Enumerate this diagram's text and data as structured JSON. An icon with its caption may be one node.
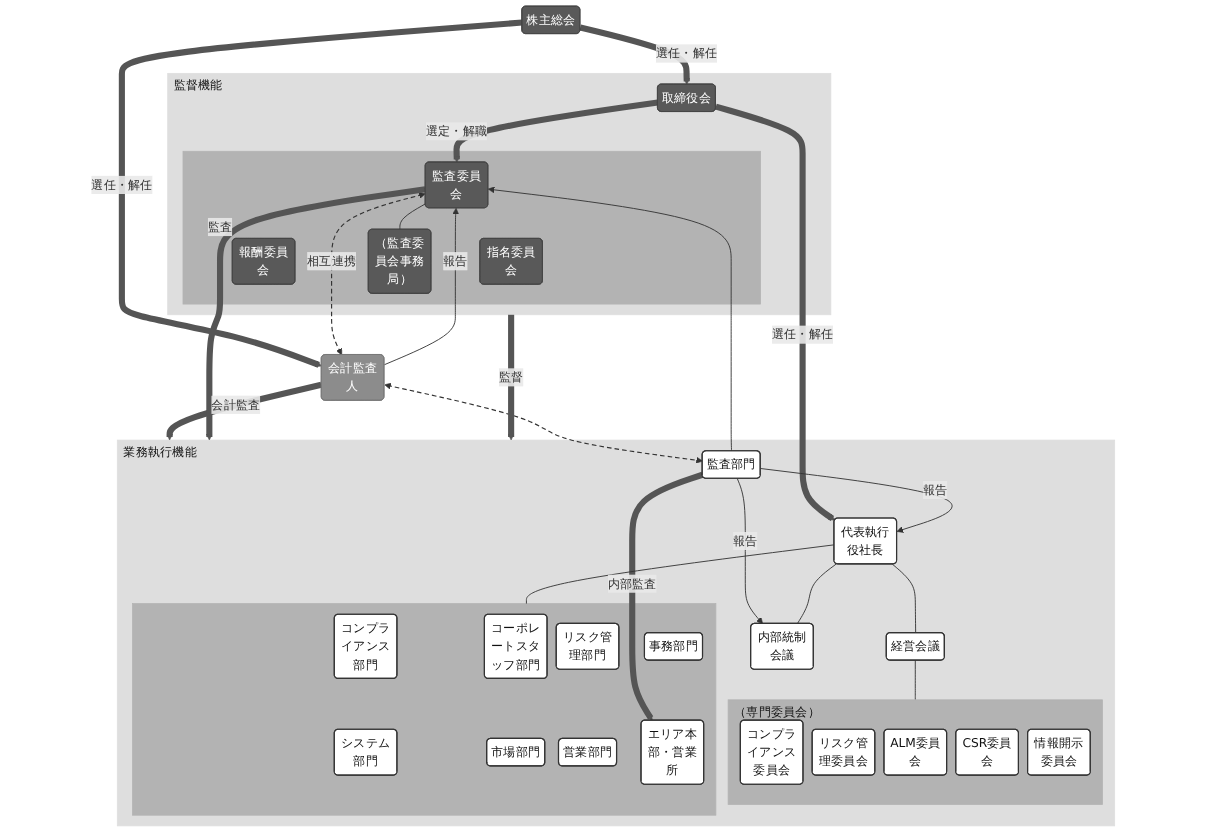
{
  "diagram": {
    "nodes": [
      {
        "text": [
          "株主総会"
        ]
      },
      {
        "text": [
          "監督機能"
        ]
      },
      {
        "text": [
          "取締役会"
        ],
        "in": 1
      },
      {
        "text": [],
        "shape": "box",
        "in": 1
      },
      {
        "text": [
          "指名委員会"
        ],
        "in": 3
      },
      {
        "text": [
          "監査委員会"
        ],
        "in": 3
      },
      {
        "text": [
          "報酬委員会"
        ],
        "in": 3
      },
      {
        "text": [
          "（監査委員会事務局）"
        ],
        "in": 3
      },
      {
        "text": [
          "会計監査人"
        ]
      },
      {
        "text": [
          "業務執行機能"
        ]
      },
      {
        "text": [
          "代表執行役社長"
        ],
        "in": 9
      },
      {
        "text": [
          "経営会議"
        ],
        "in": 9
      },
      {
        "text": [
          "内部統制会議"
        ],
        "in": 9
      },
      {
        "text": [
          "監査部門"
        ],
        "in": 9
      },
      {
        "text": [
          "（専門委員会）"
        ],
        "in": 9
      },
      {
        "text": [
          "コンプライアンス委員会"
        ],
        "in": 14
      },
      {
        "text": [
          "リスク管理委員会"
        ],
        "in": 14
      },
      {
        "text": [
          "ALM委員会"
        ],
        "in": 14
      },
      {
        "text": [
          "CSR委員会"
        ],
        "in": 14
      },
      {
        "text": [
          "情報開示委員会"
        ],
        "in": 14
      },
      {
        "text": [],
        "shape": "box",
        "in": 9
      },
      {
        "text": [
          "コンプライアンス部門"
        ],
        "in": 20
      },
      {
        "text": [
          "コーポレートスタッフ部門"
        ],
        "in": 20
      },
      {
        "text": [
          "リスク管理部門"
        ],
        "in": 20
      },
      {
        "text": [
          "事務部門"
        ],
        "in": 20
      },
      {
        "text": [
          "システム部門"
        ],
        "in": 20
      },
      {
        "text": [
          "市場部門"
        ],
        "in": 20
      },
      {
        "text": [
          "営業部門"
        ],
        "in": 20
      },
      {
        "text": [
          "エリア本部・営業所"
        ],
        "in": 20
      }
    ],
    "edges": [
      {
        "from": 0,
        "to": 2,
        "arrow": "to",
        "label": "選任・解任",
        "style": "thick"
      },
      {
        "from": 0,
        "to": 8,
        "arrow": "to",
        "label": "選任・解任",
        "style": "thick"
      },
      {
        "from": 2,
        "to": 5,
        "arrow": "to",
        "label": "選定・解職",
        "style": "thick"
      },
      {
        "from": 2,
        "to": 10,
        "arrow": "to",
        "label": "選任・解任",
        "style": "thick"
      },
      {
        "from": 8,
        "to": 5,
        "arrow": "to",
        "label": "報告"
      },
      {
        "from": 5,
        "to": 8,
        "arrow": "both",
        "label": "相互連携",
        "style": "dashed"
      },
      {
        "from": 8,
        "to": 13,
        "arrow": "both",
        "style": "dashed"
      },
      {
        "from": 8,
        "to": 9,
        "arrow": "to",
        "label": "会計監査",
        "style": "thick"
      },
      {
        "from": 5,
        "to": 7,
        "arrow": "none"
      },
      {
        "from": 5,
        "to": 9,
        "arrow": "to",
        "label": "監査",
        "style": "thick"
      },
      {
        "from": 1,
        "to": 9,
        "arrow": "to",
        "label": "監督",
        "style": "thick"
      },
      {
        "from": 13,
        "to": 10,
        "arrow": "to",
        "label": "報告"
      },
      {
        "from": 13,
        "to": 5,
        "arrow": "to"
      },
      {
        "from": 13,
        "to": 12,
        "arrow": "to",
        "label": "報告"
      },
      {
        "from": 10,
        "to": 11,
        "arrow": "none"
      },
      {
        "from": 10,
        "to": 12,
        "arrow": "none"
      },
      {
        "from": 11,
        "to": 14,
        "arrow": "none"
      },
      {
        "from": 10,
        "to": 20,
        "arrow": "none"
      },
      {
        "from": 13,
        "to": 28,
        "arrow": "to",
        "label": "内部監査",
        "style": "thick"
      }
    ]
  }
}
